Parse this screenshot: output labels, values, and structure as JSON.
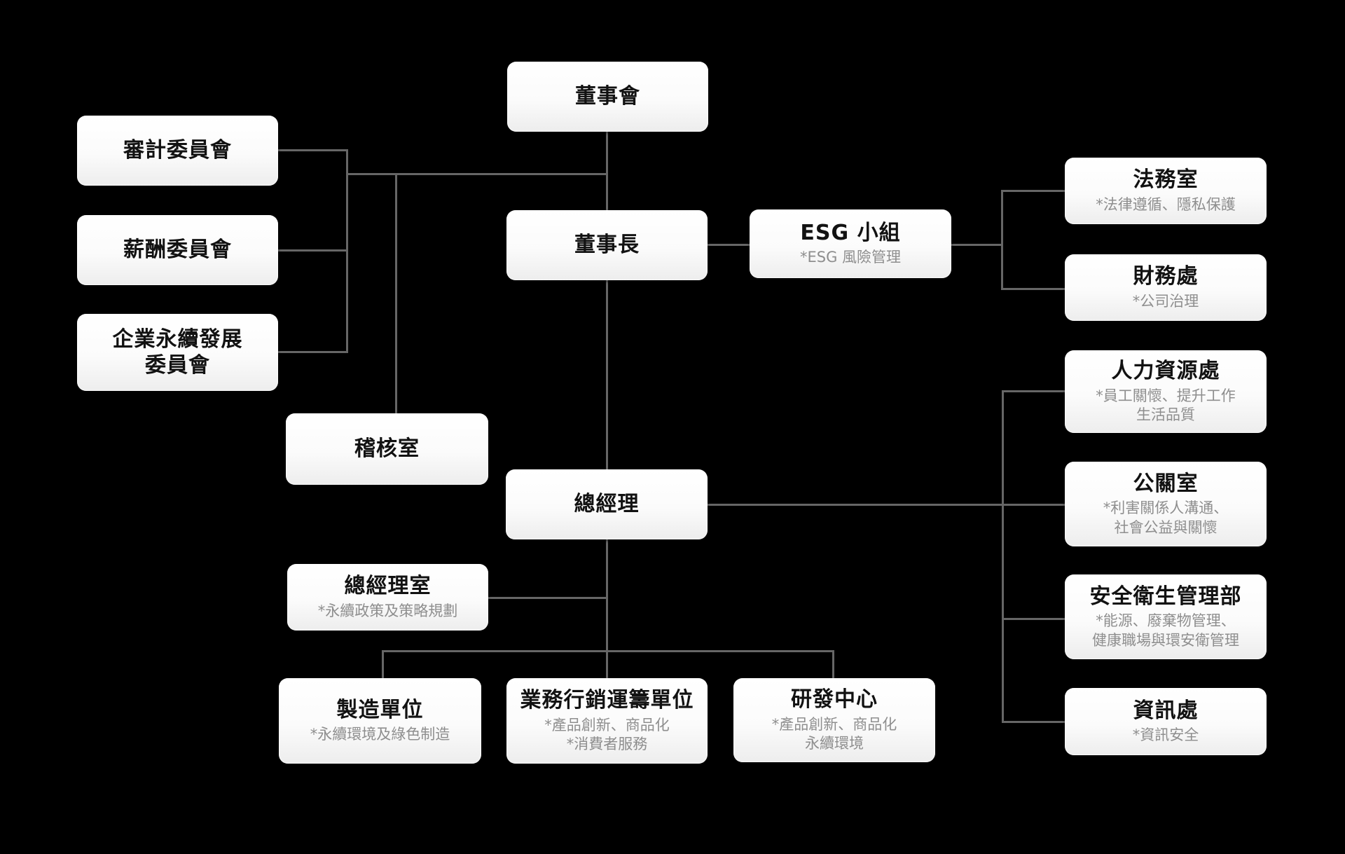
{
  "chart": {
    "type": "org-chart",
    "colors": {
      "background": "#000000",
      "box_fill": "#ffffff",
      "box_fill_bottom": "#ededed",
      "title_text": "#121212",
      "subtitle_text": "#8e8e8e",
      "connector": "#666666"
    },
    "nodes": {
      "board": {
        "title": "董事會"
      },
      "audit_committee": {
        "title": "審計委員會"
      },
      "compensation_committee": {
        "title": "薪酬委員會"
      },
      "sustainability_committee": {
        "title": "企業永續發展\n委員會"
      },
      "chairman": {
        "title": "董事長"
      },
      "esg_team": {
        "title": "ESG 小組",
        "subtitle": "*ESG 風險管理"
      },
      "legal_office": {
        "title": "法務室",
        "subtitle": "*法律遵循、隱私保護"
      },
      "finance_division": {
        "title": "財務處",
        "subtitle": "*公司治理"
      },
      "audit_office": {
        "title": "稽核室"
      },
      "general_manager": {
        "title": "總經理"
      },
      "gm_office": {
        "title": "總經理室",
        "subtitle": "*永續政策及策略規劃"
      },
      "manufacturing": {
        "title": "製造單位",
        "subtitle": "*永續環境及綠色制造"
      },
      "sales_marketing": {
        "title": "業務行銷運籌單位",
        "subtitle": "*產品創新、商品化\n*消費者服務"
      },
      "rd_center": {
        "title": "研發中心",
        "subtitle": "*產品創新、商品化\n永續環境"
      },
      "hr_division": {
        "title": "人力資源處",
        "subtitle": "*員工關懷、提升工作\n生活品質"
      },
      "pr_office": {
        "title": "公關室",
        "subtitle": "*利害關係人溝通、\n社會公益與關懷"
      },
      "safety_health_dept": {
        "title": "安全衛生管理部",
        "subtitle": "*能源、廢棄物管理、\n健康職場與環安衛管理"
      },
      "it_division": {
        "title": "資訊處",
        "subtitle": "*資訊安全"
      }
    }
  }
}
